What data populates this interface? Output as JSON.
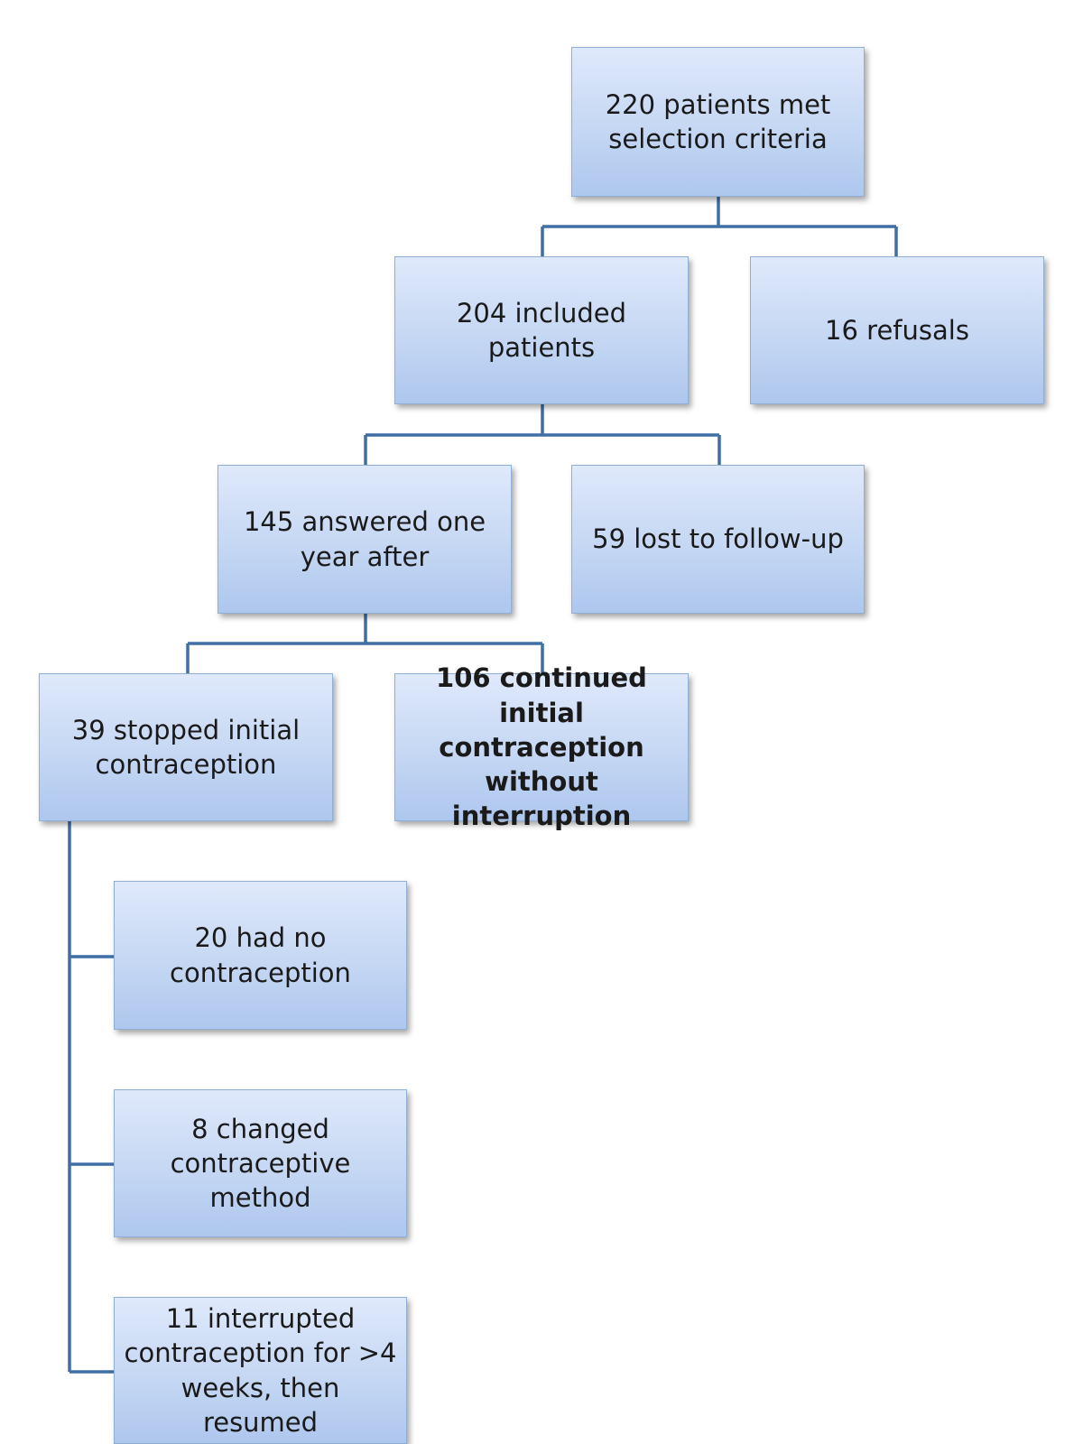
{
  "diagram": {
    "nodes": {
      "root": {
        "text": "220 patients met selection criteria"
      },
      "included": {
        "text": "204 included patients"
      },
      "refusals": {
        "text": "16 refusals"
      },
      "answered": {
        "text": "145 answered one year after"
      },
      "lost": {
        "text": "59 lost to follow-up"
      },
      "stopped": {
        "text": "39  stopped initial contraception"
      },
      "continued": {
        "text": "106 continued initial contraception without interruption"
      },
      "no_contraception": {
        "text": "20 had no contraception"
      },
      "changed": {
        "text": "8 changed contraceptive method"
      },
      "interrupted": {
        "text": "11 interrupted contraception for >4 weeks, then resumed"
      }
    },
    "colors": {
      "connector": "#3f6fa6",
      "box_border": "#8fb0d4",
      "box_top": "#dfe9fb",
      "box_bottom": "#aec7ee"
    }
  }
}
